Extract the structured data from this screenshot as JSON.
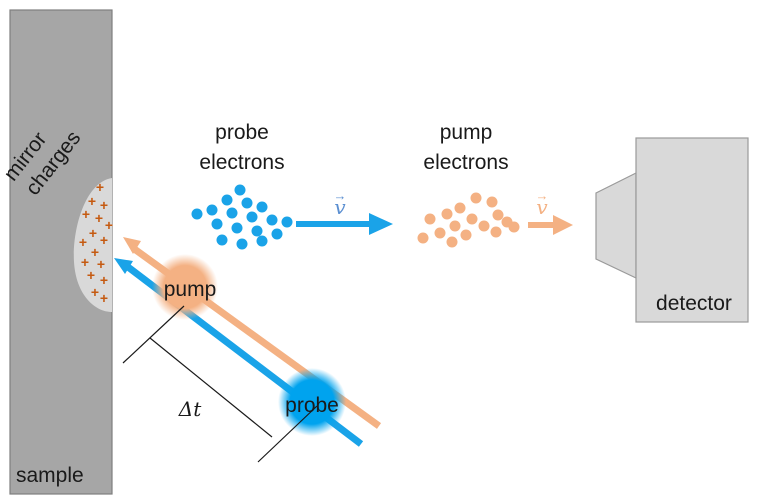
{
  "labels": {
    "sample": "sample",
    "mirror_line1": "mirror",
    "mirror_line2": "charges",
    "probe_electrons_line1": "probe",
    "probe_electrons_line2": "electrons",
    "pump_electrons_line1": "pump",
    "pump_electrons_line2": "electrons",
    "velocity": "v",
    "velocity_arrow": "→",
    "detector": "detector",
    "pump_pulse": "pump",
    "probe_pulse": "probe",
    "delay": "Δt",
    "plus_sign": "+"
  },
  "colors": {
    "sample_fill": "#a6a6a6",
    "sample_stroke": "#7f7f7f",
    "charge_region": "#d9d9d9",
    "charge_plus": "#c55a11",
    "probe_blue": "#1aa3e8",
    "pump_orange": "#f4b183",
    "detector_fill": "#d9d9d9",
    "detector_stroke": "#9a9a9a",
    "velocity_blue_label": "#5b8fd1",
    "velocity_orange_label": "#f4b183"
  }
}
